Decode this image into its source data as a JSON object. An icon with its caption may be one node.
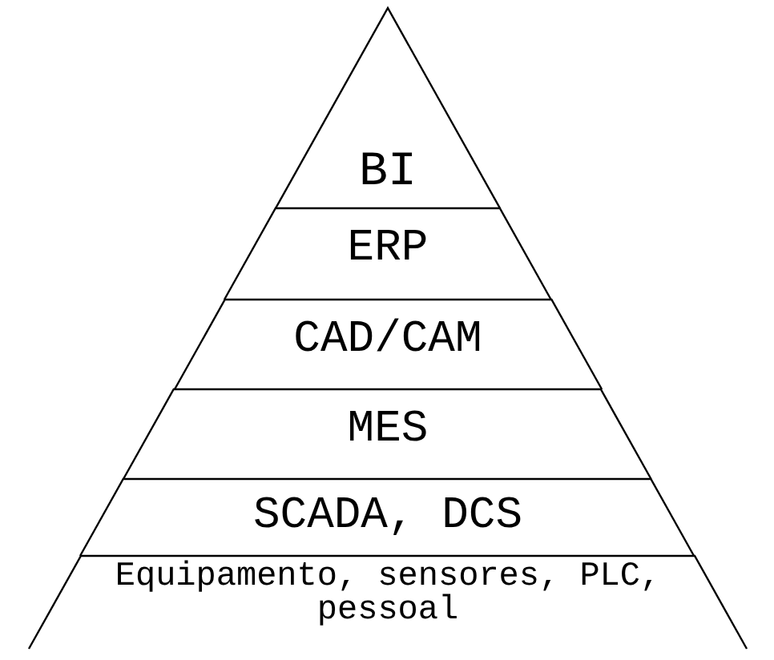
{
  "diagram": {
    "nodes": [
      {
        "text": [
          "BI"
        ]
      },
      {
        "text": [
          "ERP"
        ]
      },
      {
        "text": [
          "CAD/CAM"
        ]
      },
      {
        "text": [
          "MES"
        ]
      },
      {
        "text": [
          "SCADA, DCS"
        ]
      },
      {
        "text": [
          "Equipamento, sensores, PLC, pessoal"
        ]
      }
    ]
  }
}
